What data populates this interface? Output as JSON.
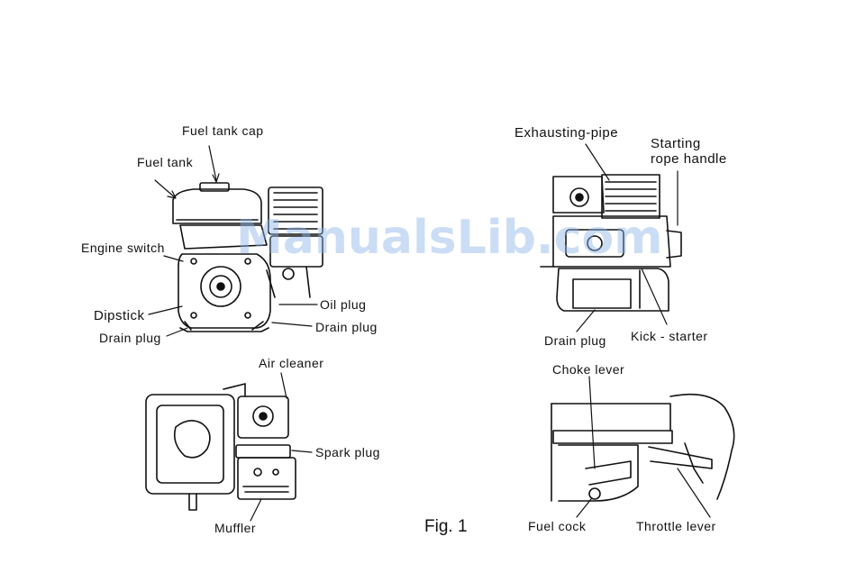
{
  "figure_caption": "Fig. 1",
  "watermark": "ManualsLib.com",
  "colors": {
    "ink": "#111111",
    "watermark": "#8cb4e6",
    "background": "#ffffff"
  },
  "views": {
    "front": {
      "labels": {
        "fuel_tank_cap": "Fuel tank cap",
        "fuel_tank": "Fuel tank",
        "engine_switch": "Engine switch",
        "dipstick": "Dipstick",
        "oil_plug": "Oil plug",
        "drain_plug_right": "Drain plug",
        "drain_plug_left": "Drain plug"
      }
    },
    "side": {
      "labels": {
        "exhausting_pipe": "Exhausting-pipe",
        "starting_line1": "Starting",
        "starting_line2": "rope handle",
        "drain_plug": "Drain plug",
        "kick_starter": "Kick - starter"
      }
    },
    "top": {
      "labels": {
        "air_cleaner": "Air cleaner",
        "spark_plug": "Spark plug",
        "muffler": "Muffler"
      }
    },
    "detail": {
      "labels": {
        "choke_lever": "Choke lever",
        "fuel_cock": "Fuel cock",
        "throttle_lever": "Throttle lever"
      }
    }
  }
}
